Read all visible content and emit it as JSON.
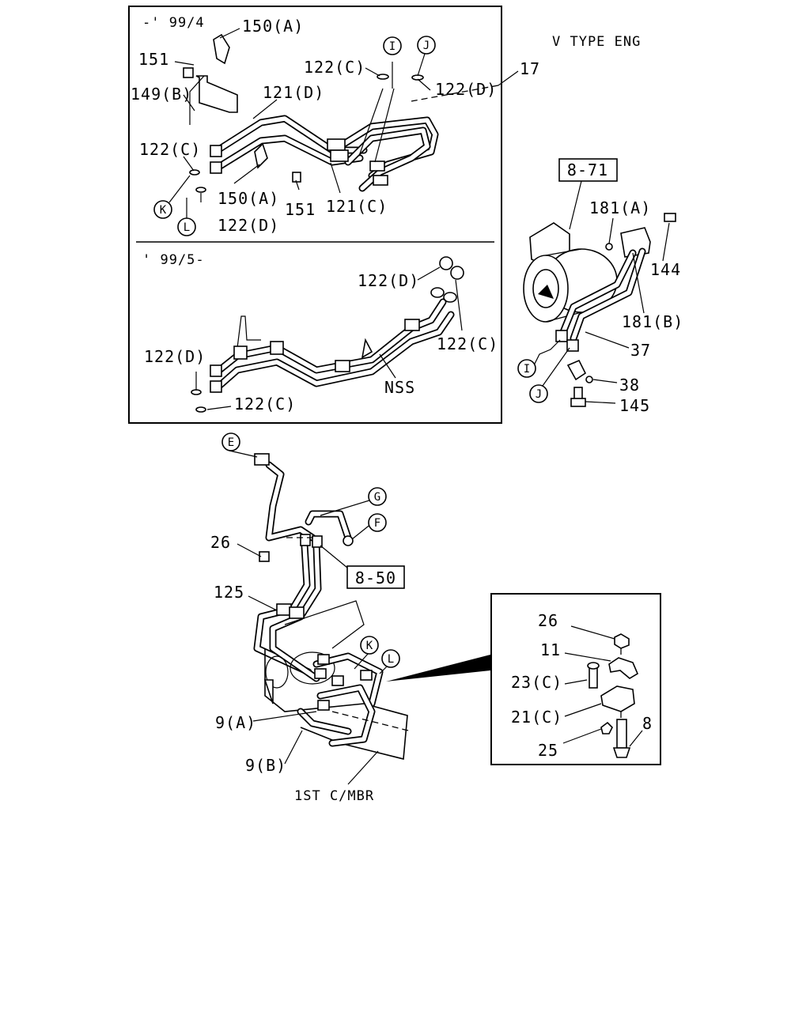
{
  "diagram": {
    "engine_label": "V TYPE ENG",
    "top_panel": {
      "early_label": "-' 99/4",
      "late_label": "' 99/5-"
    },
    "callouts": {
      "p150a_top": "150(A)",
      "p151_top": "151",
      "p149b": "149(B)",
      "p121d": "121(D)",
      "p122c_top": "122(C)",
      "p122d_top": "122(D)",
      "p17": "17",
      "p122c_left": "122(C)",
      "p150a_mid": "150(A)",
      "p151_mid": "151",
      "p121c": "121(C)",
      "p122d_left": "122(D)",
      "p122d_late_top": "122(D)",
      "p122c_late_right": "122(C)",
      "p122d_late_left": "122(D)",
      "p122c_late_bottom": "122(C)",
      "nss": "NSS",
      "ref_871": "8-71",
      "p181a": "181(A)",
      "p144": "144",
      "p181b": "181(B)",
      "p37": "37",
      "p38": "38",
      "p145": "145",
      "p26_main": "26",
      "p125": "125",
      "ref_850": "8-50",
      "p9a": "9(A)",
      "p9b": "9(B)",
      "first_crossmember": "1ST C/MBR",
      "p26_inset": "26",
      "p11": "11",
      "p23c": "23(C)",
      "p21c": "21(C)",
      "p25": "25",
      "p8": "8"
    },
    "connectors": {
      "I": "I",
      "J": "J",
      "K": "K",
      "L": "L",
      "E": "E",
      "F": "F",
      "G": "G"
    }
  }
}
